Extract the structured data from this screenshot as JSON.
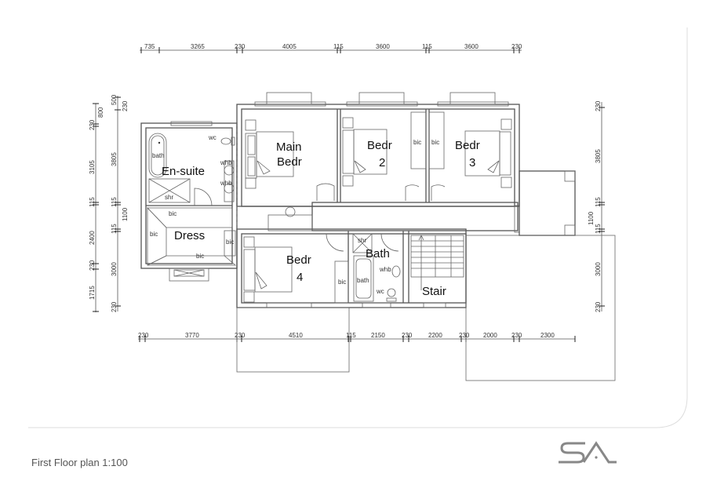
{
  "drawing": {
    "title": "First Floor plan  1:100",
    "logo": "SA",
    "colors": {
      "line": "#555555",
      "text": "#111111",
      "frame": "#dddddd",
      "logo": "#888888"
    }
  },
  "rooms": {
    "main_bedr_line1": "Main",
    "main_bedr_line2": "Bedr",
    "bedr2_line1": "Bedr",
    "bedr2_line2": "2",
    "bedr3_line1": "Bedr",
    "bedr3_line2": "3",
    "bedr4_line1": "Bedr",
    "bedr4_line2": "4",
    "ensuite": "En-suite",
    "dress": "Dress",
    "bath": "Bath",
    "stair": "Stair"
  },
  "fixtures": {
    "wc": "wc",
    "whb": "whb",
    "bath": "bath",
    "shr": "shr",
    "bic": "bic"
  },
  "dimensions": {
    "top": [
      "735",
      "3265",
      "230",
      "4005",
      "115",
      "3600",
      "115",
      "3600",
      "230"
    ],
    "bottom": [
      "230",
      "3770",
      "230",
      "4510",
      "115",
      "2150",
      "230",
      "2200",
      "230",
      "2000",
      "230",
      "2300"
    ],
    "left_outer": [
      "230",
      "800",
      "3105",
      "115",
      "2400",
      "230",
      "1715"
    ],
    "left_inner": [
      "500",
      "230",
      "3805",
      "115",
      "1100",
      "115",
      "3000",
      "230"
    ],
    "right": [
      "230",
      "3805",
      "115",
      "1100",
      "115",
      "3000",
      "230"
    ]
  }
}
